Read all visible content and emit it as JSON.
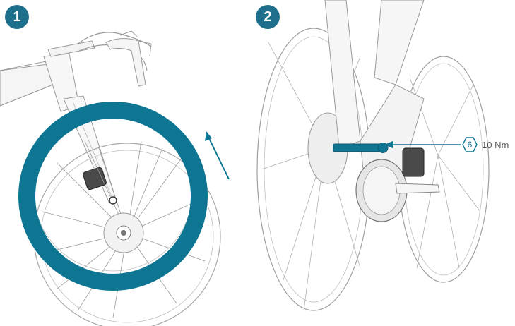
{
  "steps": [
    {
      "number": "1"
    },
    {
      "number": "2"
    }
  ],
  "callout": {
    "bolt_number": "6",
    "torque": "10 Nm"
  },
  "colors": {
    "accent": "#0e7693",
    "badge": "#1d6f8c",
    "line": "#9a9a9a",
    "frame": "#f4f4f4"
  },
  "icons": {
    "rotation_arrow": "arrow-up-icon",
    "insert_arrow": "arrow-left-icon",
    "hex_bolt": "hex-bolt-icon"
  }
}
